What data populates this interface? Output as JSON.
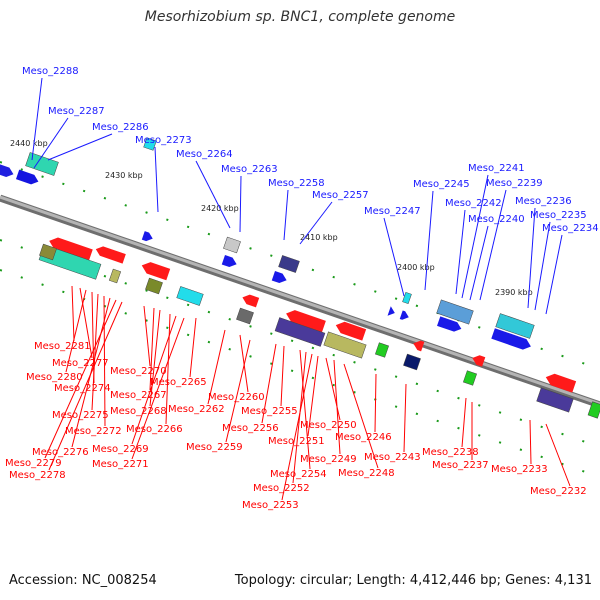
{
  "title": "Mesorhizobium sp. BNC1, complete genome",
  "footer": {
    "accession": "Accession: NC_008254",
    "summary": "Topology: circular; Length: 4,412,446 bp; Genes: 4,131"
  },
  "colors": {
    "forward_label": "#1a1aff",
    "reverse_label": "#ff0000",
    "backbone": "#8c8c8c",
    "tick": "#1a9a1a"
  },
  "kbp_ticks": [
    "2440 kbp",
    "2430 kbp",
    "2420 kbp",
    "2410 kbp",
    "2400 kbp",
    "2390 kbp"
  ],
  "forward_genes": [
    "Meso_2288",
    "Meso_2287",
    "Meso_2286",
    "Meso_2273",
    "Meso_2264",
    "Meso_2263",
    "Meso_2258",
    "Meso_2257",
    "Meso_2247",
    "Meso_2245",
    "Meso_2242",
    "Meso_2241",
    "Meso_2240",
    "Meso_2239",
    "Meso_2236",
    "Meso_2235",
    "Meso_2234"
  ],
  "reverse_genes": [
    "Meso_2281",
    "Meso_2277",
    "Meso_2280",
    "Meso_2274",
    "Meso_2275",
    "Meso_2272",
    "Meso_2276",
    "Meso_2279",
    "Meso_2278",
    "Meso_2270",
    "Meso_2267",
    "Meso_2268",
    "Meso_2266",
    "Meso_2269",
    "Meso_2271",
    "Meso_2265",
    "Meso_2262",
    "Meso_2260",
    "Meso_2259",
    "Meso_2256",
    "Meso_2255",
    "Meso_2254",
    "Meso_2252",
    "Meso_2253",
    "Meso_2251",
    "Meso_2250",
    "Meso_2249",
    "Meso_2248",
    "Meso_2246",
    "Meso_2243",
    "Meso_2238",
    "Meso_2237",
    "Meso_2233",
    "Meso_2232"
  ]
}
